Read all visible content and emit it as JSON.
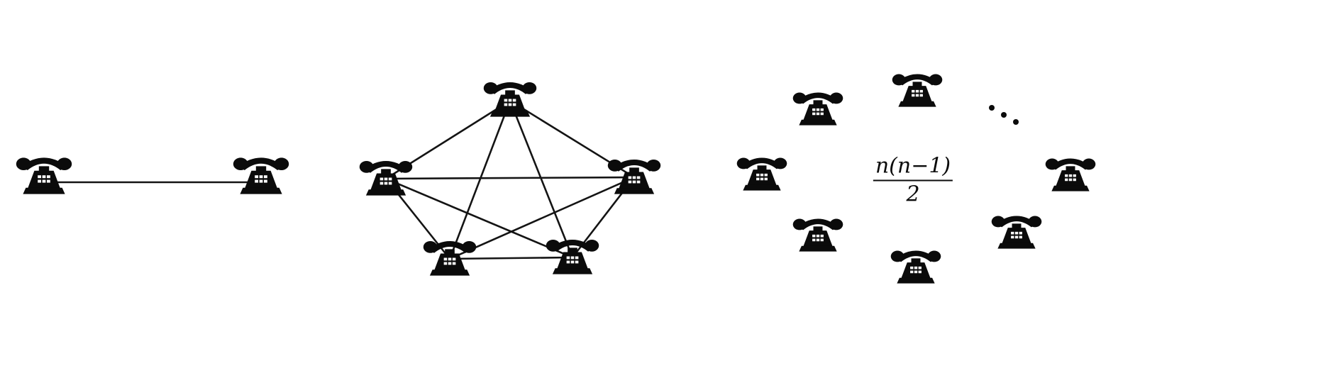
{
  "diagram": {
    "type": "illustration",
    "topic": "pairwise telephone connections",
    "groups": [
      {
        "name": "two-phones",
        "phone_count": 2,
        "connection_count": 1
      },
      {
        "name": "five-phones-complete-graph",
        "phone_count": 5,
        "connection_count": 10
      },
      {
        "name": "n-phones-circle",
        "phone_count": 7,
        "more_indicator_dots": 3,
        "formula": {
          "numerator": "n(n−1)",
          "denominator": "2"
        }
      }
    ],
    "colors": {
      "ink": "#0b0b0b",
      "background": "#ffffff"
    }
  },
  "icons": {
    "telephone": "vintage black telephone silhouette with handset and keypad"
  }
}
